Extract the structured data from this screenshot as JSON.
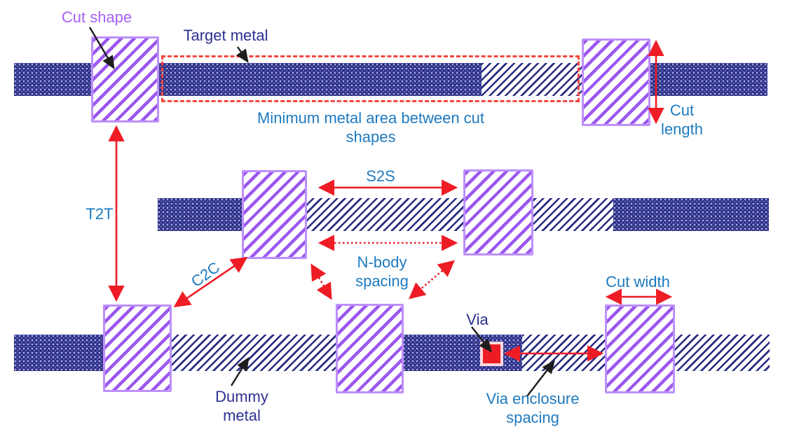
{
  "diagram": {
    "title_context": "Cut-metal patterning design rules",
    "labels": {
      "cut_shape": "Cut shape",
      "target_metal": "Target metal",
      "min_metal_line1": "Minimum metal area between cut",
      "min_metal_line2": "shapes",
      "cut_length_line1": "Cut",
      "cut_length_line2": "length",
      "t2t": "T2T",
      "s2s": "S2S",
      "c2c": "C2C",
      "n_body_line1": "N-body",
      "n_body_line2": "spacing",
      "cut_width": "Cut width",
      "via": "Via",
      "via_enclosure_line1": "Via enclosure",
      "via_enclosure_line2": "spacing",
      "dummy_metal_line1": "Dummy",
      "dummy_metal_line2": "metal"
    },
    "colors": {
      "target_metal_fill": "#2e3092",
      "dummy_metal_stripe": "#272b83",
      "cut_shape_stripe": "#9b57ef",
      "cut_shape_border": "#bd8ffa",
      "annotation_red": "#ee1c25",
      "dashed_outline_red": "#f5473f",
      "label_blue": "#1e7ac0",
      "label_navy": "#2d3193",
      "label_purple": "#a560f5",
      "via_fill": "#ed1c24",
      "via_border": "#ffd9dc"
    }
  }
}
